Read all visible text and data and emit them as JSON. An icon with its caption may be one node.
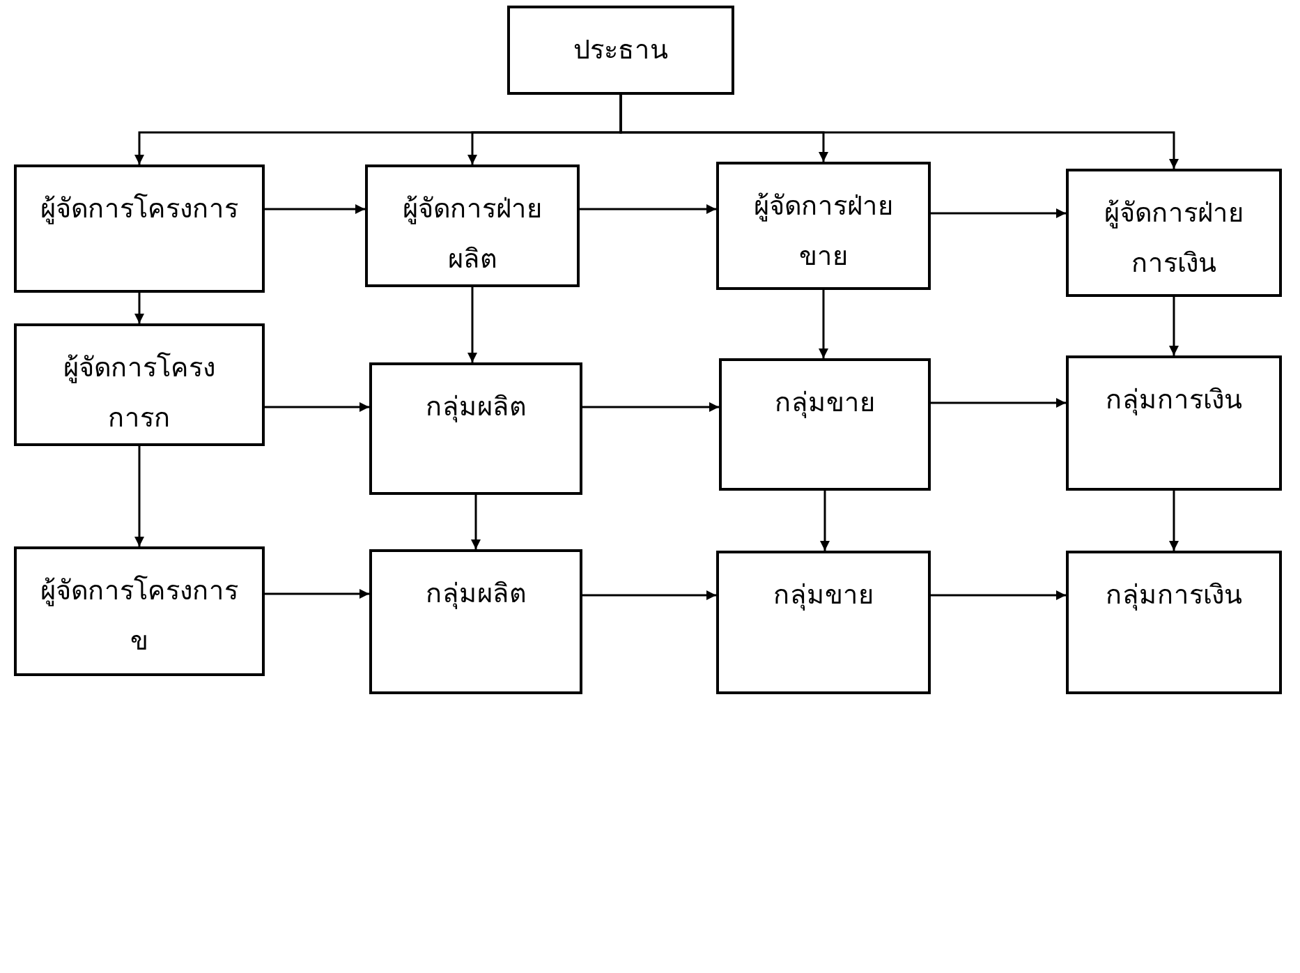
{
  "diagram": {
    "nodes": [
      {
        "text": [
          "ประธาน"
        ]
      },
      {
        "text": [
          "ผู้จัดการโครงการ"
        ]
      },
      {
        "text": [
          "ผู้จัดการฝ่ายผลิต"
        ]
      },
      {
        "text": [
          "ผู้จัดการฝ่ายขาย"
        ]
      },
      {
        "text": [
          "ผู้จัดการฝ่ายการเงิน"
        ]
      },
      {
        "text": [
          "ผู้จัดการโครงการก"
        ]
      },
      {
        "text": [
          "กลุ่มผลิต"
        ]
      },
      {
        "text": [
          "กลุ่มขาย"
        ]
      },
      {
        "text": [
          "กลุ่มการเงิน"
        ]
      },
      {
        "text": [
          "ผู้จัดการโครงการข"
        ]
      },
      {
        "text": [
          "กลุ่มผลิต"
        ]
      },
      {
        "text": [
          "กลุ่มขาย"
        ]
      },
      {
        "text": [
          "กลุ่มการเงิน"
        ]
      }
    ],
    "edges": [
      {
        "from": 0,
        "to": 1,
        "arrow": "to"
      },
      {
        "from": 0,
        "to": 2,
        "arrow": "to"
      },
      {
        "from": 0,
        "to": 3,
        "arrow": "to"
      },
      {
        "from": 0,
        "to": 4,
        "arrow": "to"
      },
      {
        "from": 1,
        "to": 2,
        "arrow": "to"
      },
      {
        "from": 2,
        "to": 3,
        "arrow": "to"
      },
      {
        "from": 3,
        "to": 4,
        "arrow": "to"
      },
      {
        "from": 1,
        "to": 5,
        "arrow": "to"
      },
      {
        "from": 2,
        "to": 6,
        "arrow": "to"
      },
      {
        "from": 3,
        "to": 7,
        "arrow": "to"
      },
      {
        "from": 4,
        "to": 8,
        "arrow": "to"
      },
      {
        "from": 5,
        "to": 6,
        "arrow": "to"
      },
      {
        "from": 6,
        "to": 7,
        "arrow": "to"
      },
      {
        "from": 7,
        "to": 8,
        "arrow": "to"
      },
      {
        "from": 5,
        "to": 9,
        "arrow": "to"
      },
      {
        "from": 6,
        "to": 10,
        "arrow": "to"
      },
      {
        "from": 7,
        "to": 11,
        "arrow": "to"
      },
      {
        "from": 8,
        "to": 12,
        "arrow": "to"
      },
      {
        "from": 9,
        "to": 10,
        "arrow": "to"
      },
      {
        "from": 10,
        "to": 11,
        "arrow": "to"
      },
      {
        "from": 11,
        "to": 12,
        "arrow": "to"
      }
    ]
  }
}
